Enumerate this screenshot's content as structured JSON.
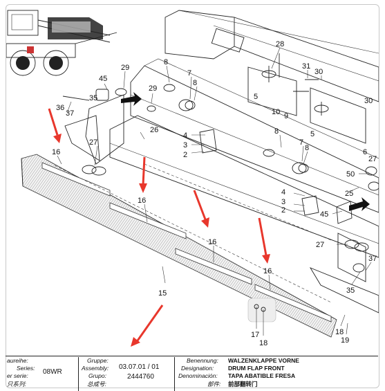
{
  "callouts": {
    "c8a": "8",
    "c29a": "29",
    "c45a": "45",
    "c35a": "35",
    "c36": "36",
    "c37a": "37",
    "c29b": "29",
    "c7a": "7",
    "c8b": "8",
    "c28": "28",
    "c31": "31",
    "c30a": "30",
    "c5a": "5",
    "c10": "10",
    "c9": "9",
    "c30b": "30",
    "c5b": "5",
    "c6": "6",
    "c27a": "27",
    "c26": "26",
    "c16a": "16",
    "c27b": "27",
    "c4a": "4",
    "c3a": "3",
    "c2a": "2",
    "c8c": "8",
    "c7b": "7",
    "c8d": "8",
    "c50": "50",
    "c25": "25",
    "c4b": "4",
    "c3b": "3",
    "c2b": "2",
    "c45b": "45",
    "c16b": "16",
    "c16c": "16",
    "c27c": "27",
    "c37b": "37",
    "c16d": "16",
    "c35b": "35",
    "c15": "15",
    "c17": "17",
    "c18a": "18",
    "c18b": "18",
    "c19": "19"
  },
  "title_block": {
    "baureihe_label": "aureihe:",
    "series_label": "Series:",
    "serie_label": "er serie:",
    "cn_series_label": "只系列:",
    "series_value": "08WR",
    "gruppe_label": "Gruppe:",
    "assembly_label": "Assembly:",
    "grupo_label": "Grupo:",
    "cn_assembly_label": "总成号:",
    "assembly_value": "03.07.01 / 01",
    "assembly_number": "2444760",
    "benennung_label": "Benennung:",
    "designation_label": "Designation:",
    "denominacion_label": "Denominación:",
    "cn_name_label": "部件:",
    "name_de": "WALZENKLAPPE VORNE",
    "name_en": "DRUM FLAP FRONT",
    "name_es": "TAPA ABATIBLE FRESA",
    "name_cn": "前部翻转门"
  },
  "colors": {
    "arrow": "#e8372c",
    "line": "#222222",
    "rubber_hatch": "#8a8a8a"
  }
}
